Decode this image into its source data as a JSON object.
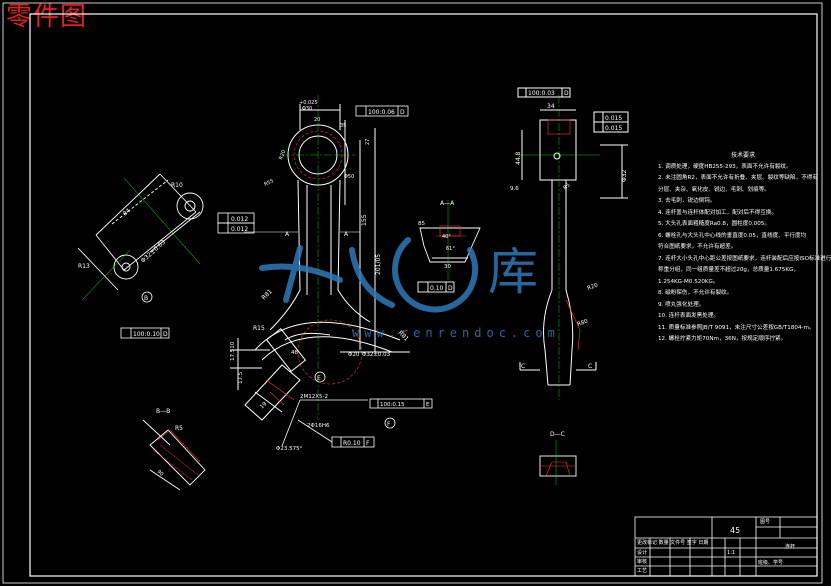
{
  "title_corner": "零件图",
  "material": "45",
  "watermark": {
    "brand_glyph": "库",
    "url": "www.renrendoc.com"
  },
  "views": {
    "section_aa": "A—A",
    "section_bb": "B—B",
    "section_cc_left": "C",
    "section_cc_right": "C",
    "section_dd": "D—C",
    "cut_a_left": "A",
    "cut_a_right": "A"
  },
  "dimensions": {
    "bore_tol": "+0.025",
    "bore_dia": "Φ30",
    "top_w1": "20",
    "top_w2": "35",
    "top_w3": "27",
    "top_r": "R20",
    "left_r": "R13",
    "r10": "R10",
    "phi50": "Φ50",
    "len155": "155",
    "len201": "201/05",
    "len84": "84",
    "r15": "R15",
    "d1751": "17.510",
    "d175": "17.5",
    "d48": "48",
    "d19": "19",
    "d20": "Φ20",
    "d3233": "Φ32±0.03",
    "r55": "R55",
    "r81": "R81",
    "thread": "2M12X5-2",
    "hole": "2Φ16H6",
    "angle": "Φ23.575°",
    "d85": "85",
    "d30": "30",
    "ang40": "40°",
    "ang61": "61°",
    "d34": "34",
    "d448": "44.8",
    "d32": "Φ32",
    "d98": "9.6",
    "d85b": "85",
    "d20r": "R20",
    "r80": "R80",
    "d90": "90",
    "rb5": "R5"
  },
  "tolerances": {
    "top_flatness": "100:0.06",
    "top_flat_ref": "D",
    "left_sym1": "0.012",
    "left_sym2": "0.012",
    "left_ref": "100:0.10",
    "left_ref_d": "D",
    "mid_pos": "0.10",
    "mid_pos_ref": "D",
    "bottom_tol": "100:0.15",
    "bottom_tol_ref": "E",
    "bottom_r": "R0.10",
    "bottom_r_ref": "F",
    "right_top": "100:0.03",
    "right_top_ref": "D",
    "right_t1": "0.015",
    "right_t2": "0.015"
  },
  "datums": {
    "b": "B",
    "e": "E",
    "f": "F",
    "c": "C"
  },
  "notes": {
    "header": "技术要求",
    "lines": [
      "1. 调质处理，硬度HB255-293，表面不允许有裂纹。",
      "2. 未注圆角R2，表面不允许有折叠、夹层、裂纹等缺陷，不得有",
      "   分层、夹杂、氧化皮、锐边、毛刺、划痕等。",
      "3. 去毛刺，锐边倒钝。",
      "4. 连杆盖与连杆体配对加工，配对后不得互换。",
      "5. 大头孔表面粗糙度Ra0.8，圆柱度0.005。",
      "6. 螺栓孔与大头孔中心线的垂直度0.05，直线度、平行度均",
      "   符合图纸要求，不允许有超差。",
      "7. 连杆大小头孔中心距公差按图纸要求，连杆装配后应按ISO标准进行",
      "   称重分组，同一组质量差不超过20g，总质量1.675KG，",
      "   1.254KG-M0.520KG。",
      "8. 磁粉探伤，不允许有裂纹。",
      "9. 喷丸强化处理。",
      "10. 连杆表面发黑处理。",
      "11. 质量标准参照JB/T 9091，未注尺寸公差按GB/T1804-m。",
      "12. 螺栓拧紧力矩70Nm，36N，按规定顺序拧紧。"
    ]
  },
  "title_block": {
    "row1": "更改标记 数量 文件号 签字 日期",
    "row2": "设计",
    "row3": "审核",
    "row4": "工艺",
    "mat_label": "45",
    "scale_label": "1:1",
    "part_name": "连杆",
    "school": "班级、学号",
    "drawing_no": "图号"
  }
}
